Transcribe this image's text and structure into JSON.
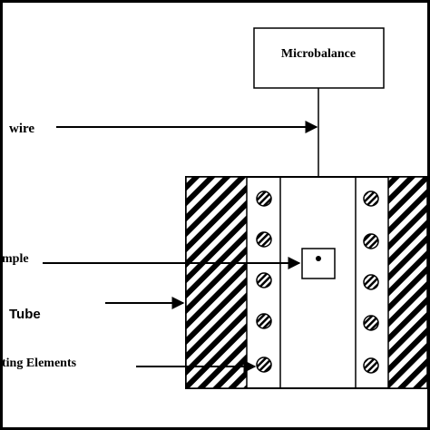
{
  "labels": {
    "microbalance": "Microbalance",
    "wire": "wire",
    "sample": "mple",
    "tube": "Tube",
    "heating_elements": "ting Elements"
  },
  "colors": {
    "stroke": "#000000",
    "background": "#ffffff"
  },
  "icons": {
    "hatch": "diagonal-hatch-pattern",
    "heater": "hatched-circle-icon"
  }
}
